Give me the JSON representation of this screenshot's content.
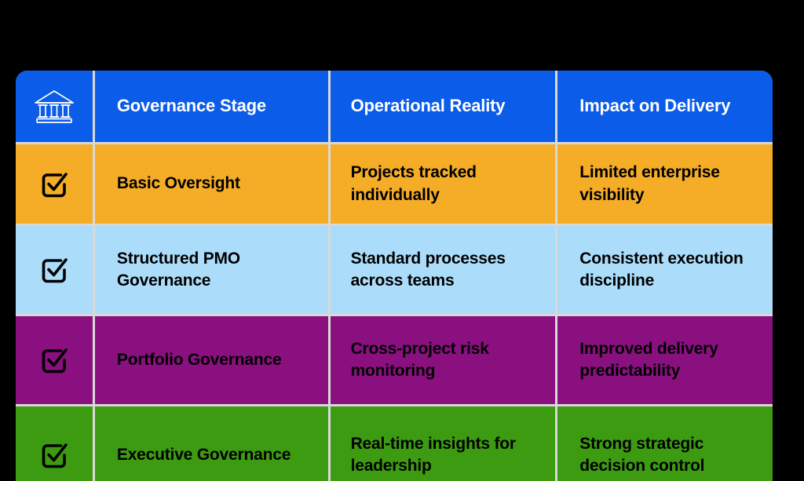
{
  "theme": {
    "background": "#000000",
    "header_bg": "#0b5ce8",
    "header_text": "#ffffff",
    "divider": "#d9d9d9",
    "row_colors": [
      "#f5ad27",
      "#abdcfa",
      "#8a1080",
      "#3d9b12"
    ],
    "body_text": "#000000"
  },
  "table": {
    "header": {
      "icon": "bank-institution-icon",
      "columns": [
        {
          "label": "Governance Stage"
        },
        {
          "label": "Operational Reality"
        },
        {
          "label": "Impact on Delivery"
        }
      ]
    },
    "rows": [
      {
        "icon": "checkbox-checked-icon",
        "color": "#f5ad27",
        "governance_stage": "Basic Oversight",
        "operational_reality": "Projects tracked individually",
        "impact_on_delivery": "Limited enterprise visibility"
      },
      {
        "icon": "checkbox-checked-icon",
        "color": "#abdcfa",
        "governance_stage": "Structured PMO Governance",
        "operational_reality": "Standard processes across teams",
        "impact_on_delivery": "Consistent execution discipline"
      },
      {
        "icon": "checkbox-checked-icon",
        "color": "#8a1080",
        "governance_stage": "Portfolio Governance",
        "operational_reality": "Cross-project risk monitoring",
        "impact_on_delivery": "Improved delivery predictability"
      },
      {
        "icon": "checkbox-checked-icon",
        "color": "#3d9b12",
        "governance_stage": "Executive Governance",
        "operational_reality": "Real-time insights for leadership",
        "impact_on_delivery": "Strong strategic decision control"
      }
    ]
  }
}
